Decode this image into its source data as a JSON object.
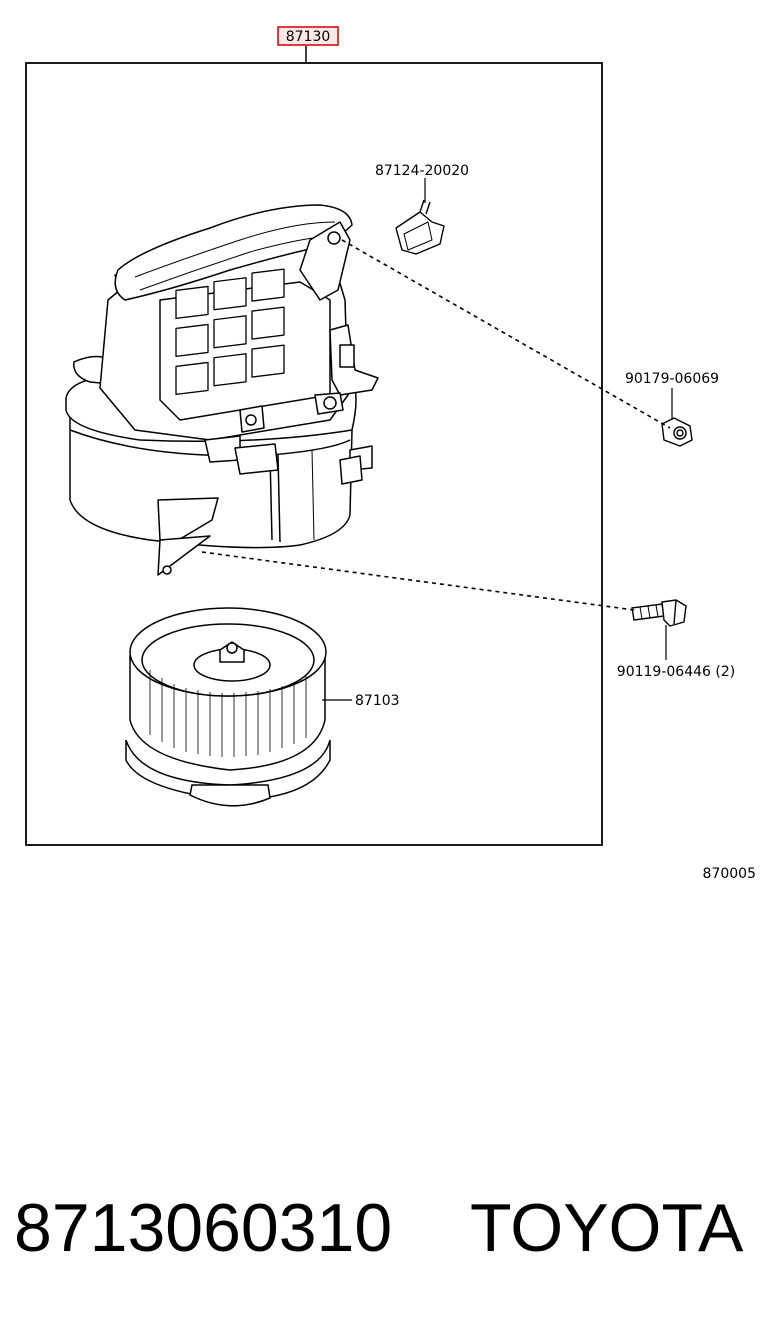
{
  "diagram": {
    "assembly_part": "87130",
    "callouts": {
      "p87124": "87124-20020",
      "p90179": "90179-06069",
      "p90119": "90119-06446 (2)",
      "p87103": "87103"
    },
    "figure_code": "870005",
    "highlight_color": "#d10000"
  },
  "footer": {
    "part_number": "8713060310",
    "brand": "TOYOTA"
  }
}
